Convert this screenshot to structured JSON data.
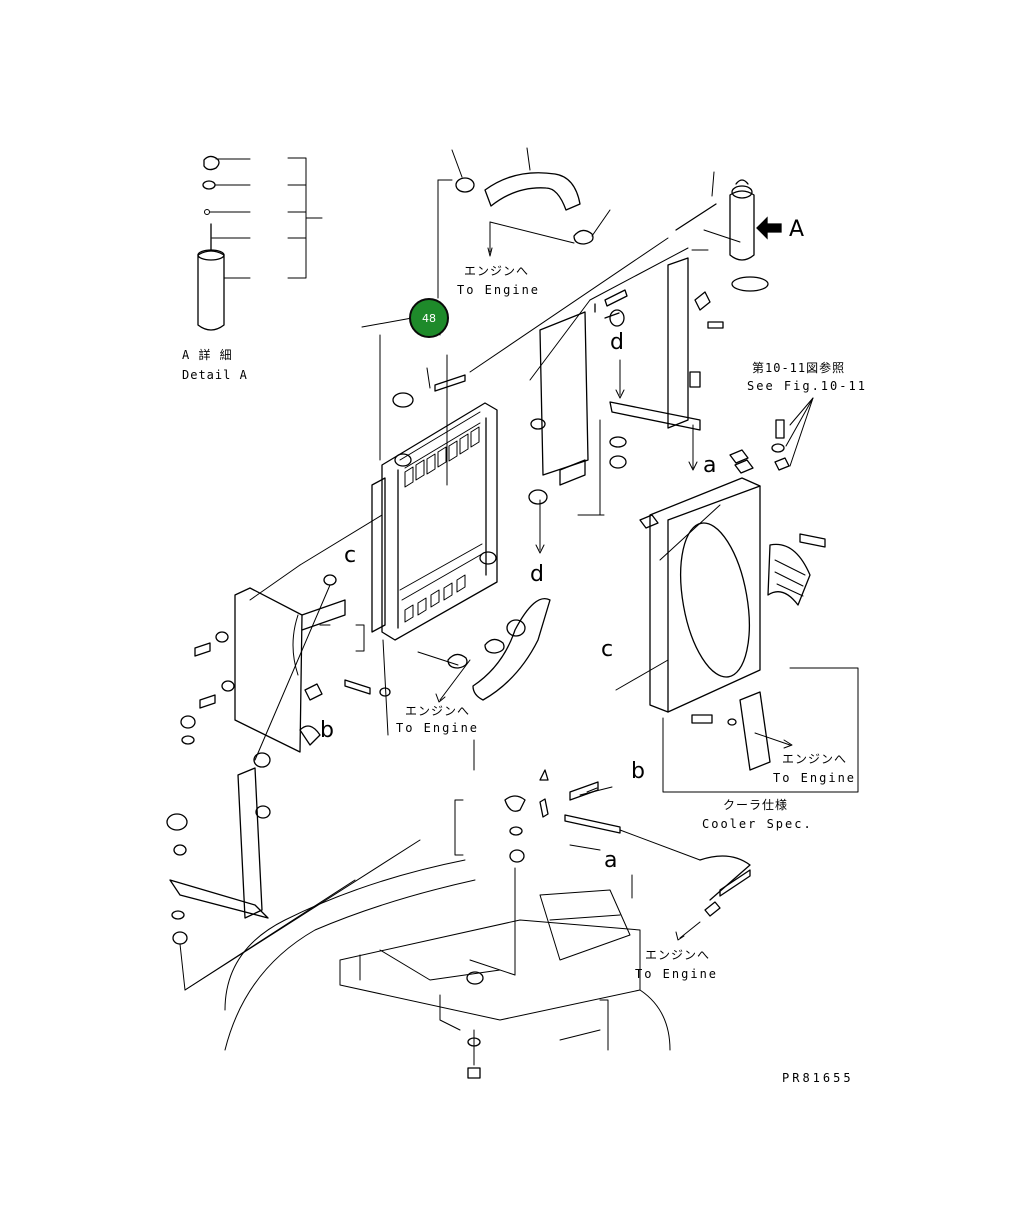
{
  "callout": {
    "number": "48",
    "color": "#1e8a2a"
  },
  "detail": {
    "letter": "A",
    "jp": "A 詳 細",
    "en": "Detail A"
  },
  "to_engine_1": {
    "jp": "エンジンへ",
    "en": "To Engine"
  },
  "to_engine_2": {
    "jp": "エンジンへ",
    "en": "To Engine"
  },
  "to_engine_3": {
    "jp": "エンジンへ",
    "en": "To Engine"
  },
  "to_engine_4": {
    "jp": "エンジンへ",
    "en": "To Engine"
  },
  "see_fig": {
    "jp": "第10-11図参照",
    "en": "See Fig.10-11"
  },
  "cooler": {
    "jp": "クーラ仕様",
    "en": "Cooler Spec."
  },
  "refs": {
    "a1": "a",
    "a2": "a",
    "b1": "b",
    "b2": "b",
    "c1": "c",
    "c2": "c",
    "d1": "d",
    "d2": "d"
  },
  "drawing_number": "PR81655"
}
